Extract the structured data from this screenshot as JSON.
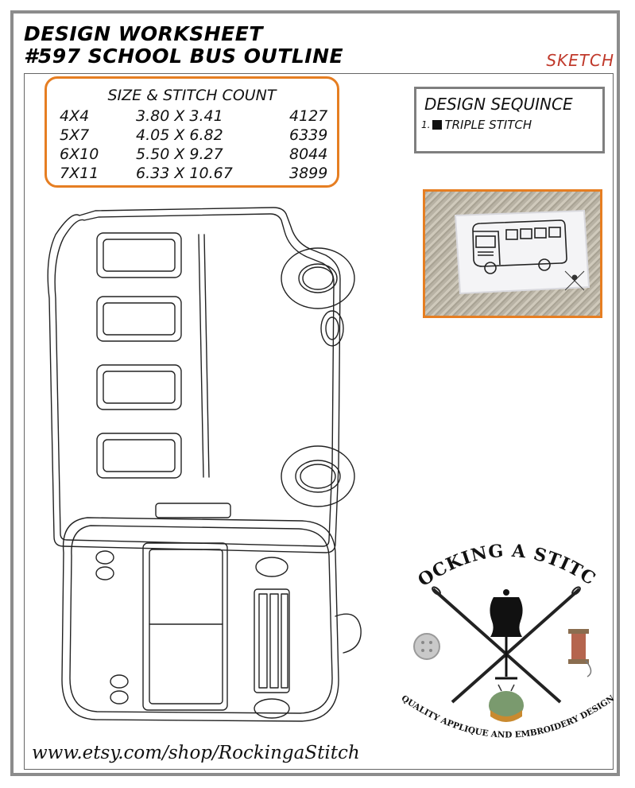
{
  "header": {
    "title_line1": "DESIGN WORKSHEET",
    "title_line2": "#597 SCHOOL BUS OUTLINE",
    "badge": "SKETCH",
    "badge_color": "#c0392b"
  },
  "size_table": {
    "title": "SIZE & STITCH COUNT",
    "rows": [
      {
        "size": "4X4",
        "dimensions": "3.80 X 3.41",
        "stitches": "4127"
      },
      {
        "size": "5X7",
        "dimensions": "4.05 X 6.82",
        "stitches": "6339"
      },
      {
        "size": "6X10",
        "dimensions": "5.50 X 9.27",
        "stitches": "8044"
      },
      {
        "size": "7X11",
        "dimensions": "6.33 X 10.67",
        "stitches": "3899"
      }
    ],
    "border_color": "#e67e22"
  },
  "design_sequence": {
    "title": "DESIGN SEQUINCE",
    "items": [
      {
        "number": "1.",
        "color": "#111111",
        "label": "TRIPLE STITCH"
      }
    ]
  },
  "logo": {
    "top_text": "ROCKING A STITCH",
    "bottom_text": "QUALITY APPLIQUE AND EMBROIDERY DESIGN"
  },
  "footer": {
    "url": "www.etsy.com/shop/RockingaStitch"
  }
}
